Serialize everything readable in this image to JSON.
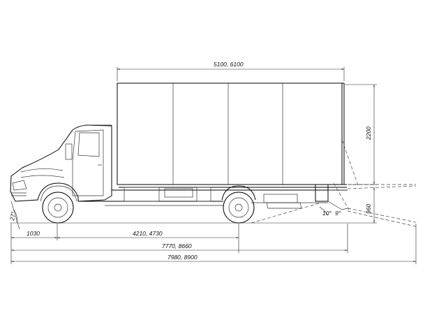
{
  "dimensions": {
    "body_length": "5100, 6100",
    "body_height": "2200",
    "floor_height": "960",
    "front_overhang": "1030",
    "wheelbase": "4210, 4730",
    "length_to_rear_axle_end": "7770, 8660",
    "overall_length": "7980, 8900",
    "approach_angle": "27°",
    "departure_angle_a": "10°",
    "departure_angle_b": "9°"
  }
}
